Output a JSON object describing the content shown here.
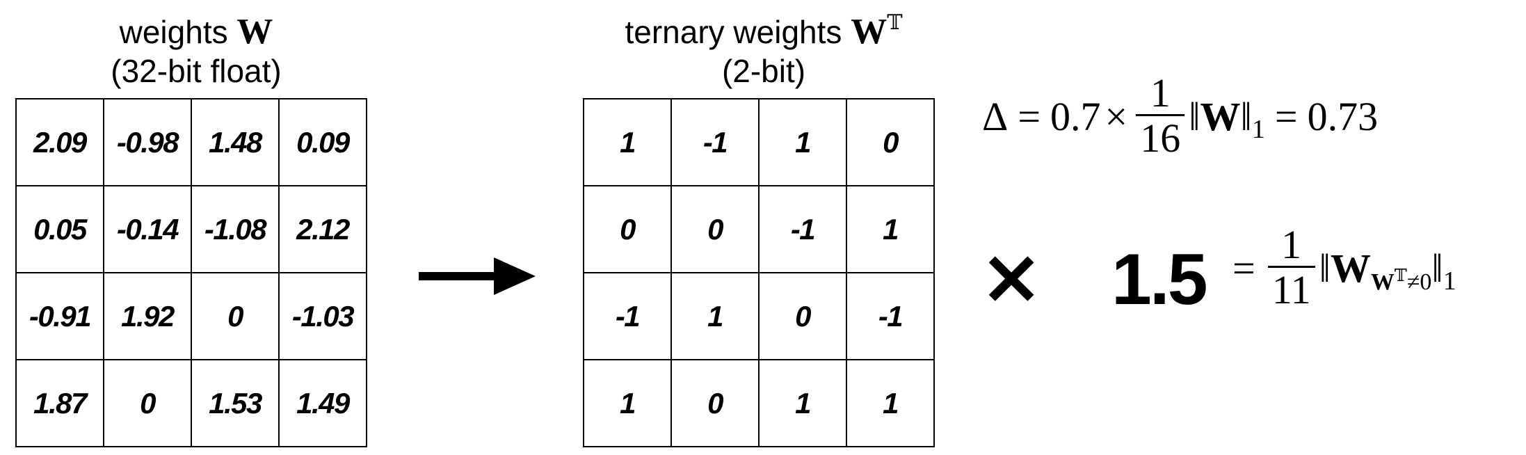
{
  "left_panel": {
    "title_text": "weights",
    "title_symbol": "W",
    "subtitle": "(32-bit float)",
    "matrix": [
      [
        "2.09",
        "-0.98",
        "1.48",
        "0.09"
      ],
      [
        "0.05",
        "-0.14",
        "-1.08",
        "2.12"
      ],
      [
        "-0.91",
        "1.92",
        "0",
        "-1.03"
      ],
      [
        "1.87",
        "0",
        "1.53",
        "1.49"
      ]
    ]
  },
  "right_panel": {
    "title_text": "ternary weights",
    "title_symbol": "W",
    "title_superscript": "𝕋",
    "subtitle": "(2-bit)",
    "matrix": [
      [
        "1",
        "-1",
        "1",
        "0"
      ],
      [
        "0",
        "0",
        "-1",
        "1"
      ],
      [
        "-1",
        "1",
        "0",
        "-1"
      ],
      [
        "1",
        "0",
        "1",
        "1"
      ]
    ]
  },
  "arrow_icon": "right-arrow",
  "threshold_formula": {
    "delta": "Δ",
    "equals": "=",
    "coefficient": "0.7",
    "times": "×",
    "frac_num": "1",
    "frac_den": "16",
    "norm_open": "‖",
    "norm_symbol": "W",
    "norm_close": "‖",
    "norm_sub": "1",
    "equals2": "=",
    "result": "0.73"
  },
  "scale_formula": {
    "times_mark": "×",
    "value": "1.5",
    "equals": "=",
    "frac_num": "1",
    "frac_den": "11",
    "norm_open": "‖",
    "norm_symbol": "W",
    "cond_symbol": "W",
    "cond_superscript": "𝕋",
    "cond_relation": "≠0",
    "norm_close": "‖",
    "norm_sub": "1"
  }
}
